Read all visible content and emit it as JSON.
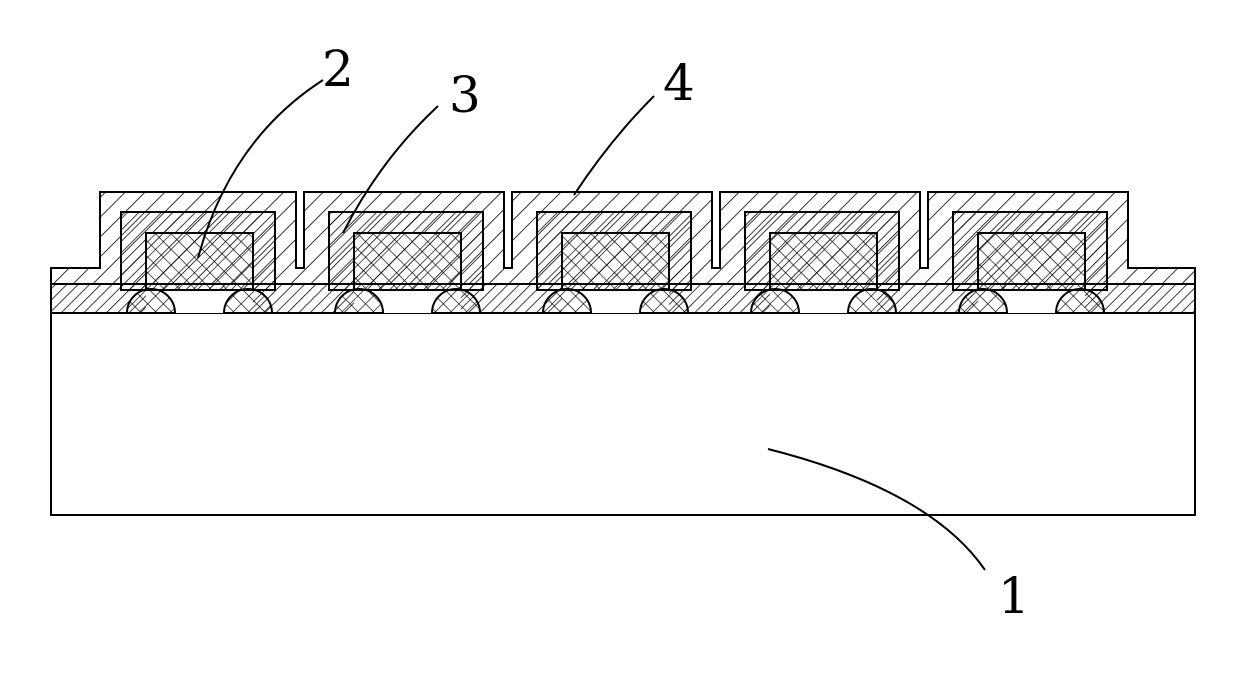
{
  "diagram": {
    "labels": {
      "substrate": "1",
      "die": "2",
      "encapsulant": "3",
      "shield": "4"
    },
    "component_count": 5,
    "colors": {
      "line": "#000000",
      "background": "#ffffff"
    }
  }
}
